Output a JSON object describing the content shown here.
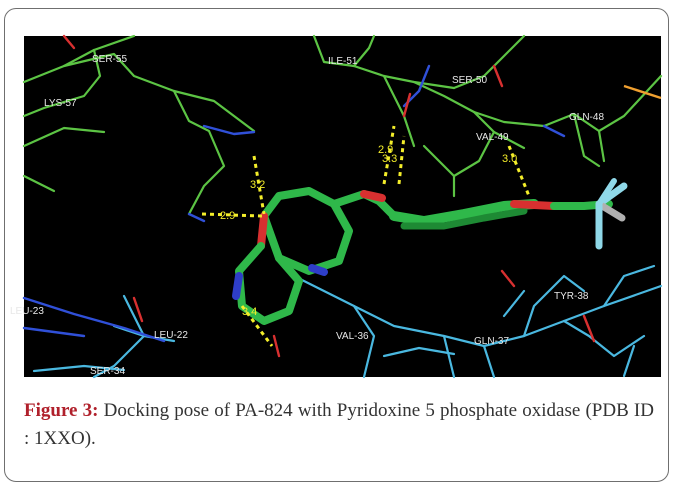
{
  "figure": {
    "residue_labels": [
      "SER-55",
      "LYS-57",
      "ILE-51",
      "SER-50",
      "GLN-48",
      "VAL-49",
      "LEU-23",
      "LEU-22",
      "SER-34",
      "VAL-36",
      "GLN-37",
      "TYR-38"
    ],
    "distance_labels": [
      "2.9",
      "3.2",
      "2.9",
      "3.3",
      "3.0",
      "3.4"
    ],
    "colors": {
      "background": "#000000",
      "green_residues": "#5cc444",
      "cyan_residues": "#4ab8e0",
      "blue_residues": "#3050d8",
      "ligand_carbon": "#2fb84a",
      "oxygen": "#d83030",
      "nitrogen": "#2e3ec8",
      "hbond": "#f4ee2a"
    }
  },
  "caption": {
    "label": "Figure 3:",
    "text": " Docking pose of PA-824 with Pyridoxine 5 phosphate oxidase (PDB ID : 1XXO)."
  }
}
